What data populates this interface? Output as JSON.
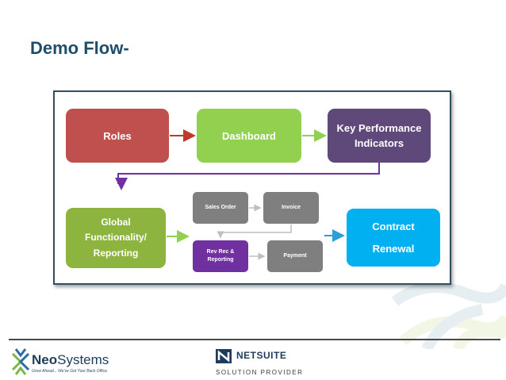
{
  "title": "Demo Flow-",
  "diagram": {
    "nodes": {
      "roles": "Roles",
      "dashboard": "Dashboard",
      "kpi_line1": "Key Performance",
      "kpi_line2": "Indicators",
      "global_line1": "Global Functionality/",
      "global_line2": "Reporting",
      "sales_order": "Sales Order",
      "invoice": "Invoice",
      "revrec_line1": "Rev Rec &",
      "revrec_line2": "Reporting",
      "payment": "Payment",
      "contract_line1": "Contract",
      "contract_line2": "Renewal"
    },
    "colors": {
      "roles": "#c0504d",
      "dashboard": "#92d050",
      "kpi": "#5f497a",
      "global": "#8db43e",
      "contract": "#00b0f0",
      "process_gray": "#7f7f7f",
      "revrec": "#7030a0"
    }
  },
  "footer": {
    "neo_name_bold": "Neo",
    "neo_name_rest": "Systems",
    "neo_tagline": "Grow Ahead... We've Got Your Back Office.",
    "netsuite_name": "NETSUITE",
    "netsuite_sub": "SOLUTION PROVIDER"
  }
}
